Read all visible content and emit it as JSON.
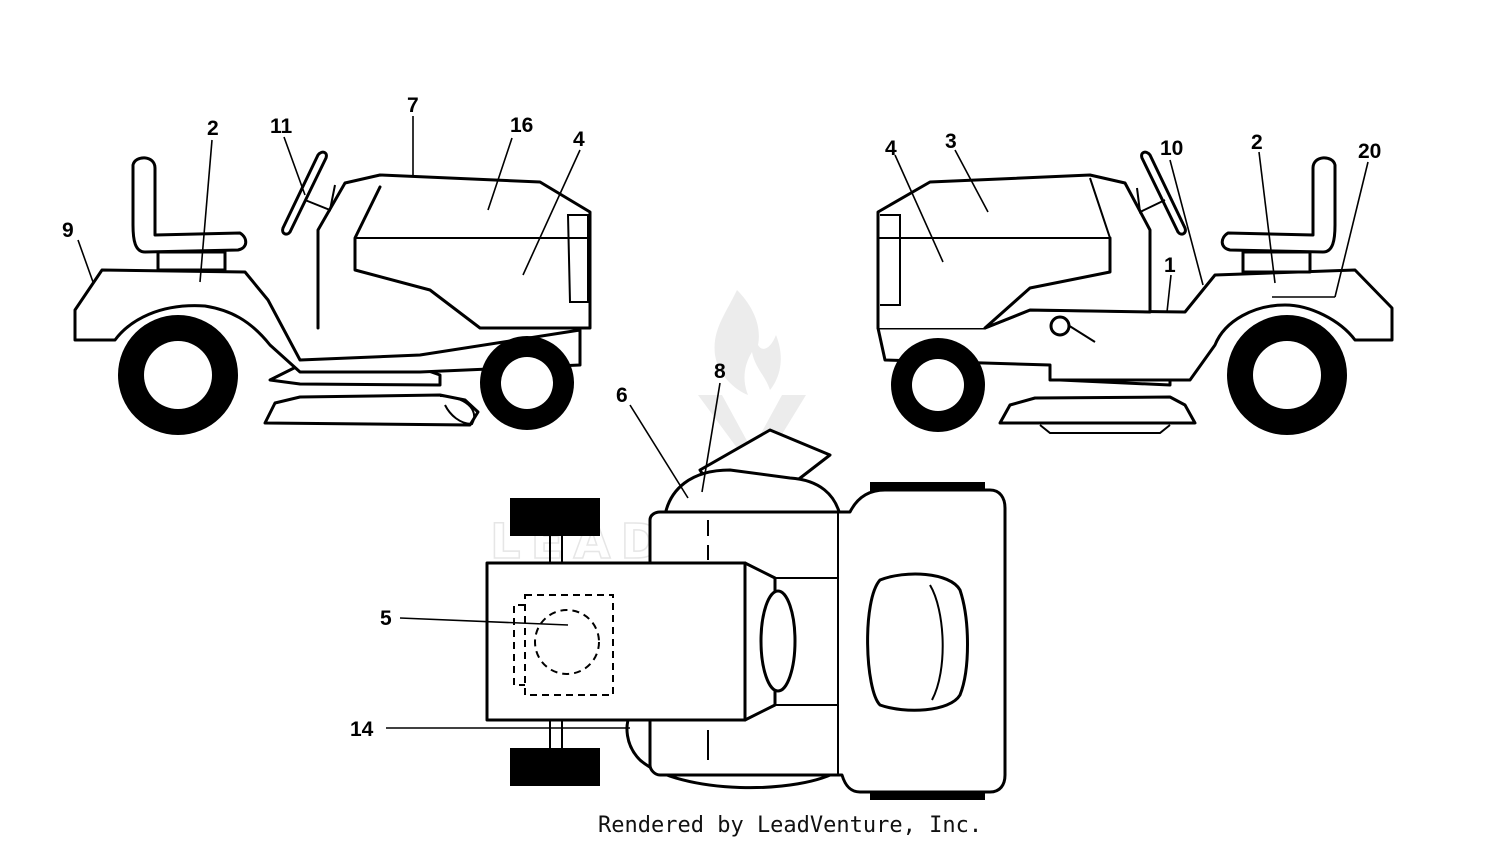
{
  "watermark": {
    "text": "LEADVENTURE",
    "icon": "flame-logo"
  },
  "credit": "Rendered by LeadVenture, Inc.",
  "callouts": {
    "left": [
      "9",
      "2",
      "11",
      "7",
      "16",
      "4"
    ],
    "right": [
      "4",
      "3",
      "10",
      "2",
      "20",
      "1"
    ],
    "top": [
      "6",
      "8",
      "5",
      "14"
    ]
  }
}
